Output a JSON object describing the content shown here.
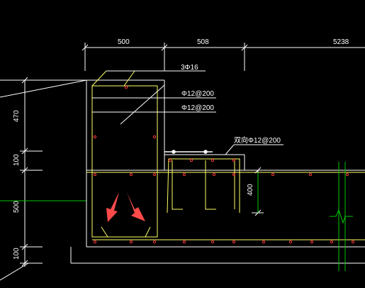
{
  "drawing": {
    "dimensions_top": [
      "500",
      "508",
      "5238"
    ],
    "dimensions_left": [
      "470",
      "100",
      "500",
      "100"
    ],
    "dimension_right": "400",
    "annotations": {
      "rebar_top": "3Φ16",
      "stirrup_1": "Φ12@200",
      "stirrup_2": "Φ12@200",
      "double_direction": "双向Φ12@200"
    }
  },
  "colors": {
    "background": "#000000",
    "dimension_lines": "#ffffff",
    "concrete_outline": "#ffffff",
    "rebar": "#ffff66",
    "rebar_points": "#ff3b3b",
    "ground_line": "#00c800",
    "arrows": "#ff4a4a"
  },
  "icons": [
    "red-arrow-icon",
    "break-line-icon"
  ]
}
